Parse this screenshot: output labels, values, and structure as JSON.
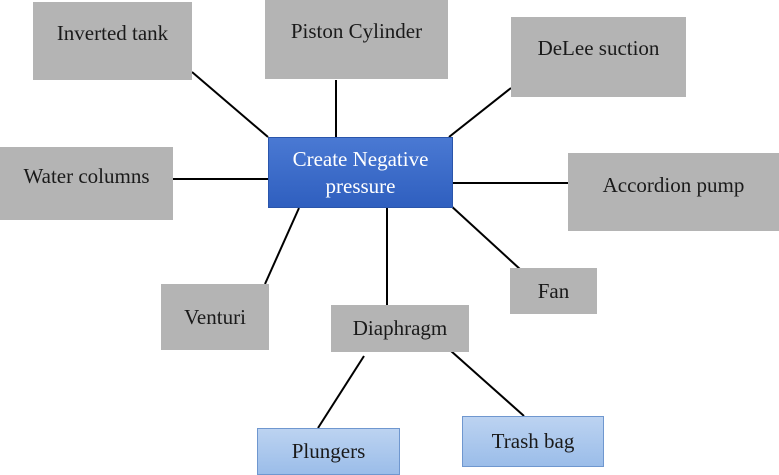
{
  "center": {
    "label_line1": "Create Negative",
    "label_line2": "pressure"
  },
  "nodes": {
    "inverted_tank": "Inverted tank",
    "piston_cylinder": "Piston Cylinder",
    "delee_suction": "DeLee suction",
    "water_columns": "Water columns",
    "accordion_pump": "Accordion pump",
    "venturi": "Venturi",
    "fan": "Fan",
    "diaphragm": "Diaphragm",
    "plungers": "Plungers",
    "trash_bag": "Trash bag"
  },
  "colors": {
    "center_fill": "#3a6ad0",
    "node_fill": "#b4b4b4",
    "leaf_fill": "#a9c7ef",
    "line": "#000000"
  }
}
